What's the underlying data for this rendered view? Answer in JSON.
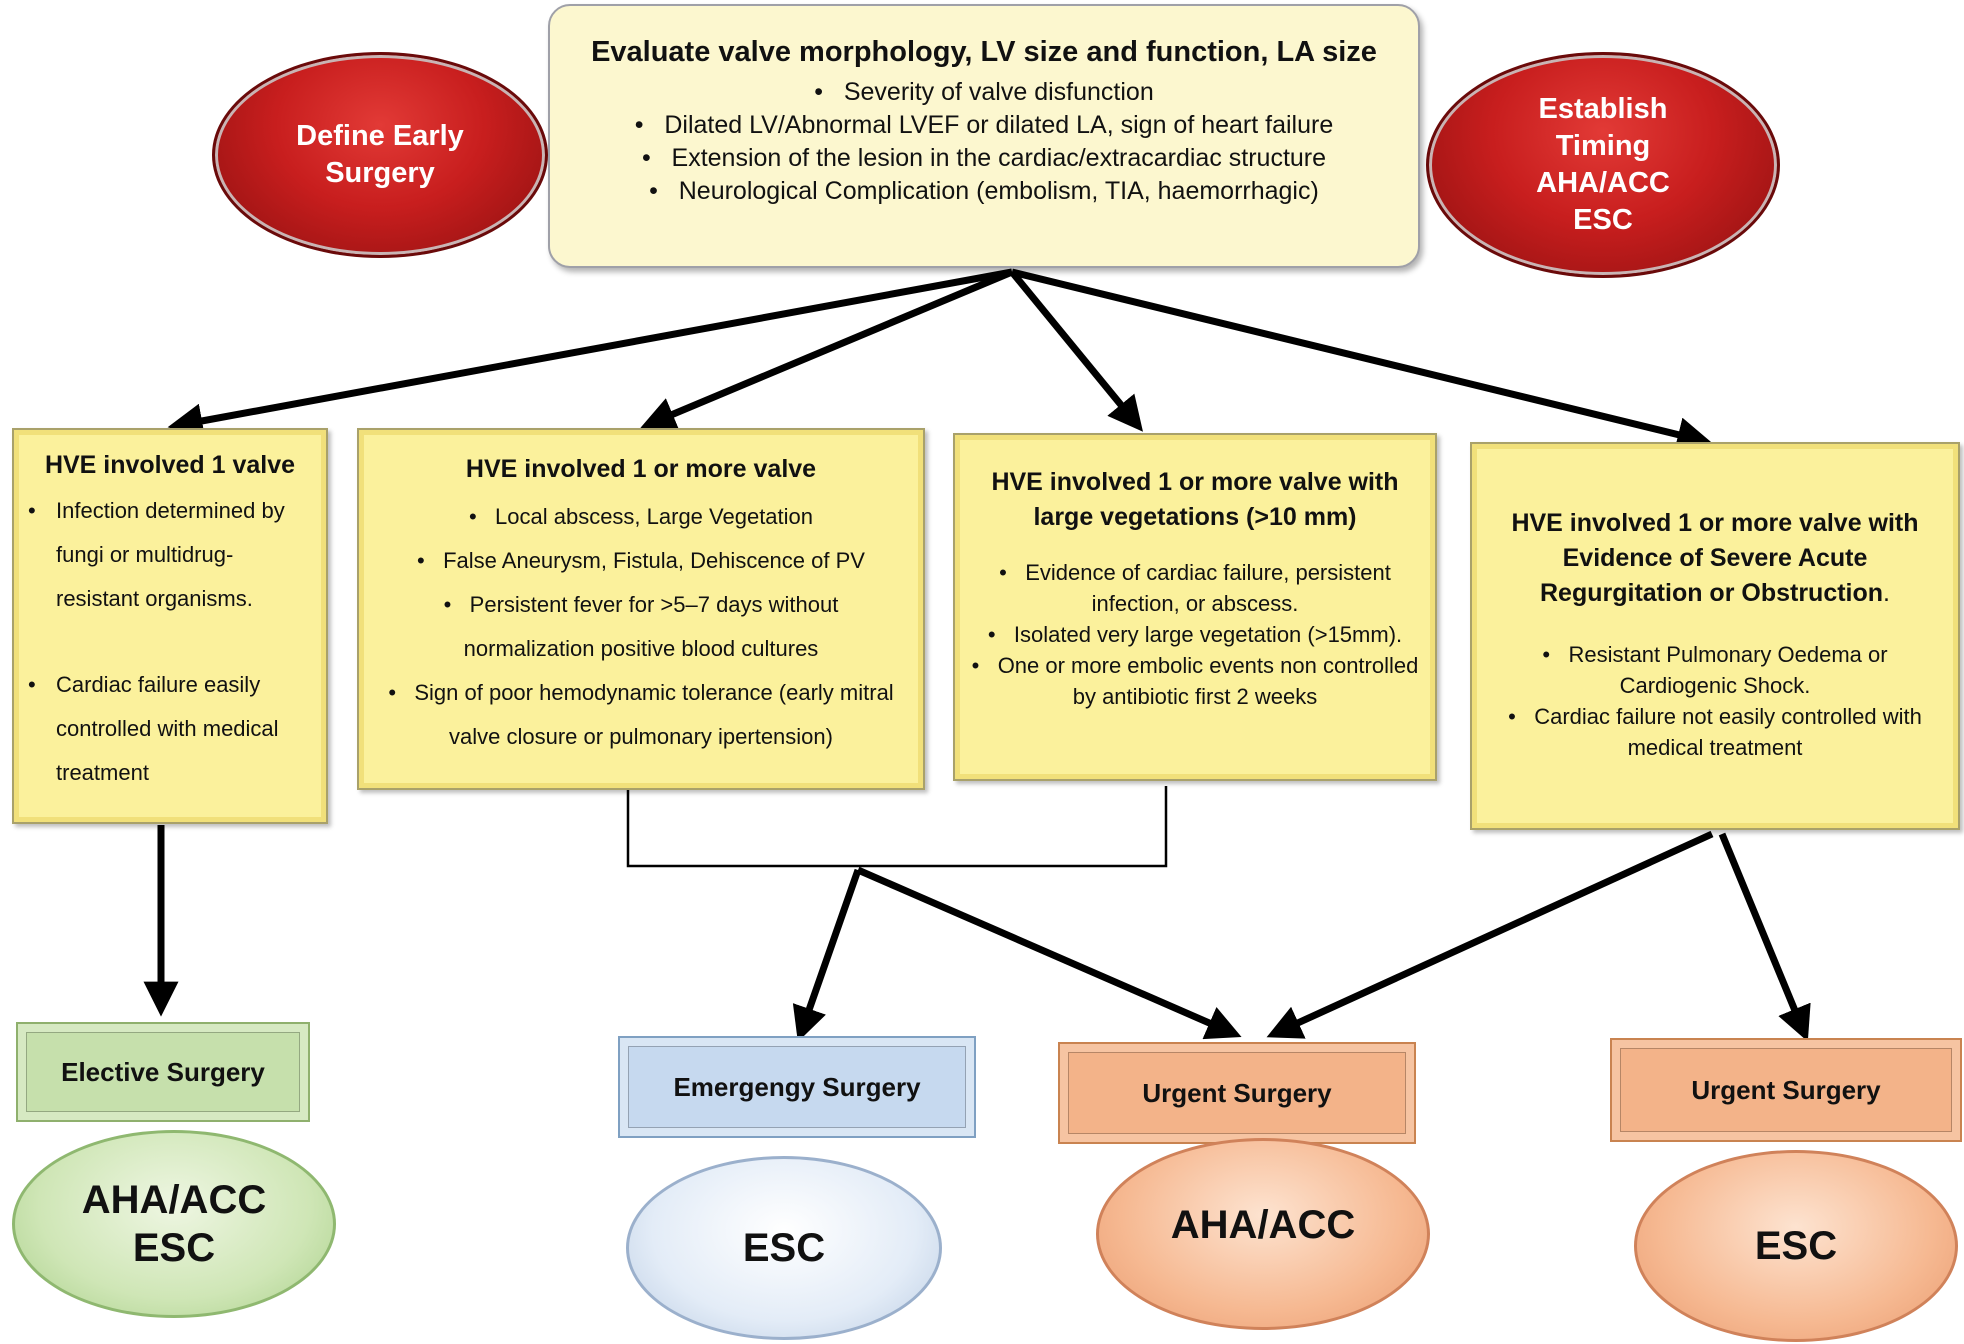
{
  "left_oval": {
    "label": "Define Early Surgery",
    "color": "#c81e1e"
  },
  "right_oval": {
    "lines": [
      "Establish",
      "Timing",
      "AHA/ACC",
      "ESC"
    ],
    "color": "#c81e1e"
  },
  "top_box": {
    "title": "Evaluate valve morphology, LV size and function, LA size",
    "items": [
      "Severity of valve disfunction",
      "Dilated LV/Abnormal LVEF or dilated LA, sign of heart failure",
      "Extension of the lesion in the cardiac/extracardiac structure",
      "Neurological Complication (embolism, TIA, haemorrhagic)"
    ]
  },
  "box1": {
    "title": "HVE involved 1 valve",
    "items": [
      "Infection determined by fungi or multidrug-resistant organisms.",
      "Cardiac failure  easily controlled with medical treatment"
    ]
  },
  "box2": {
    "title": "HVE involved 1 or more valve",
    "items": [
      "Local abscess, Large Vegetation",
      "False Aneurysm, Fistula, Dehiscence of PV",
      "Persistent fever for >5–7 days without normalization positive blood cultures",
      "Sign of poor hemodynamic tolerance (early mitral valve closure or pulmonary ipertension)"
    ]
  },
  "box3": {
    "title": "HVE involved 1 or more valve with large vegetations (>10 mm)",
    "items": [
      "Evidence of cardiac failure, persistent infection, or abscess.",
      "Isolated very large vegetation (>15mm).",
      "One or more embolic events non controlled by antibiotic first 2 weeks"
    ]
  },
  "box4": {
    "title": "HVE involved 1 or more valve with Evidence of Severe Acute Regurgitation or Obstruction",
    "title_suffix": ".",
    "items": [
      "Resistant Pulmonary Oedema or Cardiogenic Shock.",
      "Cardiac failure not easily controlled with medical treatment"
    ]
  },
  "surgery": {
    "elective": "Elective Surgery",
    "emergency": "Emergengy Surgery",
    "urgent_1": "Urgent Surgery",
    "urgent_2": "Urgent Surgery"
  },
  "guidelines": {
    "g1": [
      "AHA/ACC",
      "ESC"
    ],
    "g2": "ESC",
    "g3": "AHA/ACC",
    "g4": "ESC"
  },
  "colors": {
    "box_fill": "#fbf19c",
    "elective": "#c6e0ac",
    "emergency": "#c6d9ef",
    "urgent": "#f3b389"
  }
}
